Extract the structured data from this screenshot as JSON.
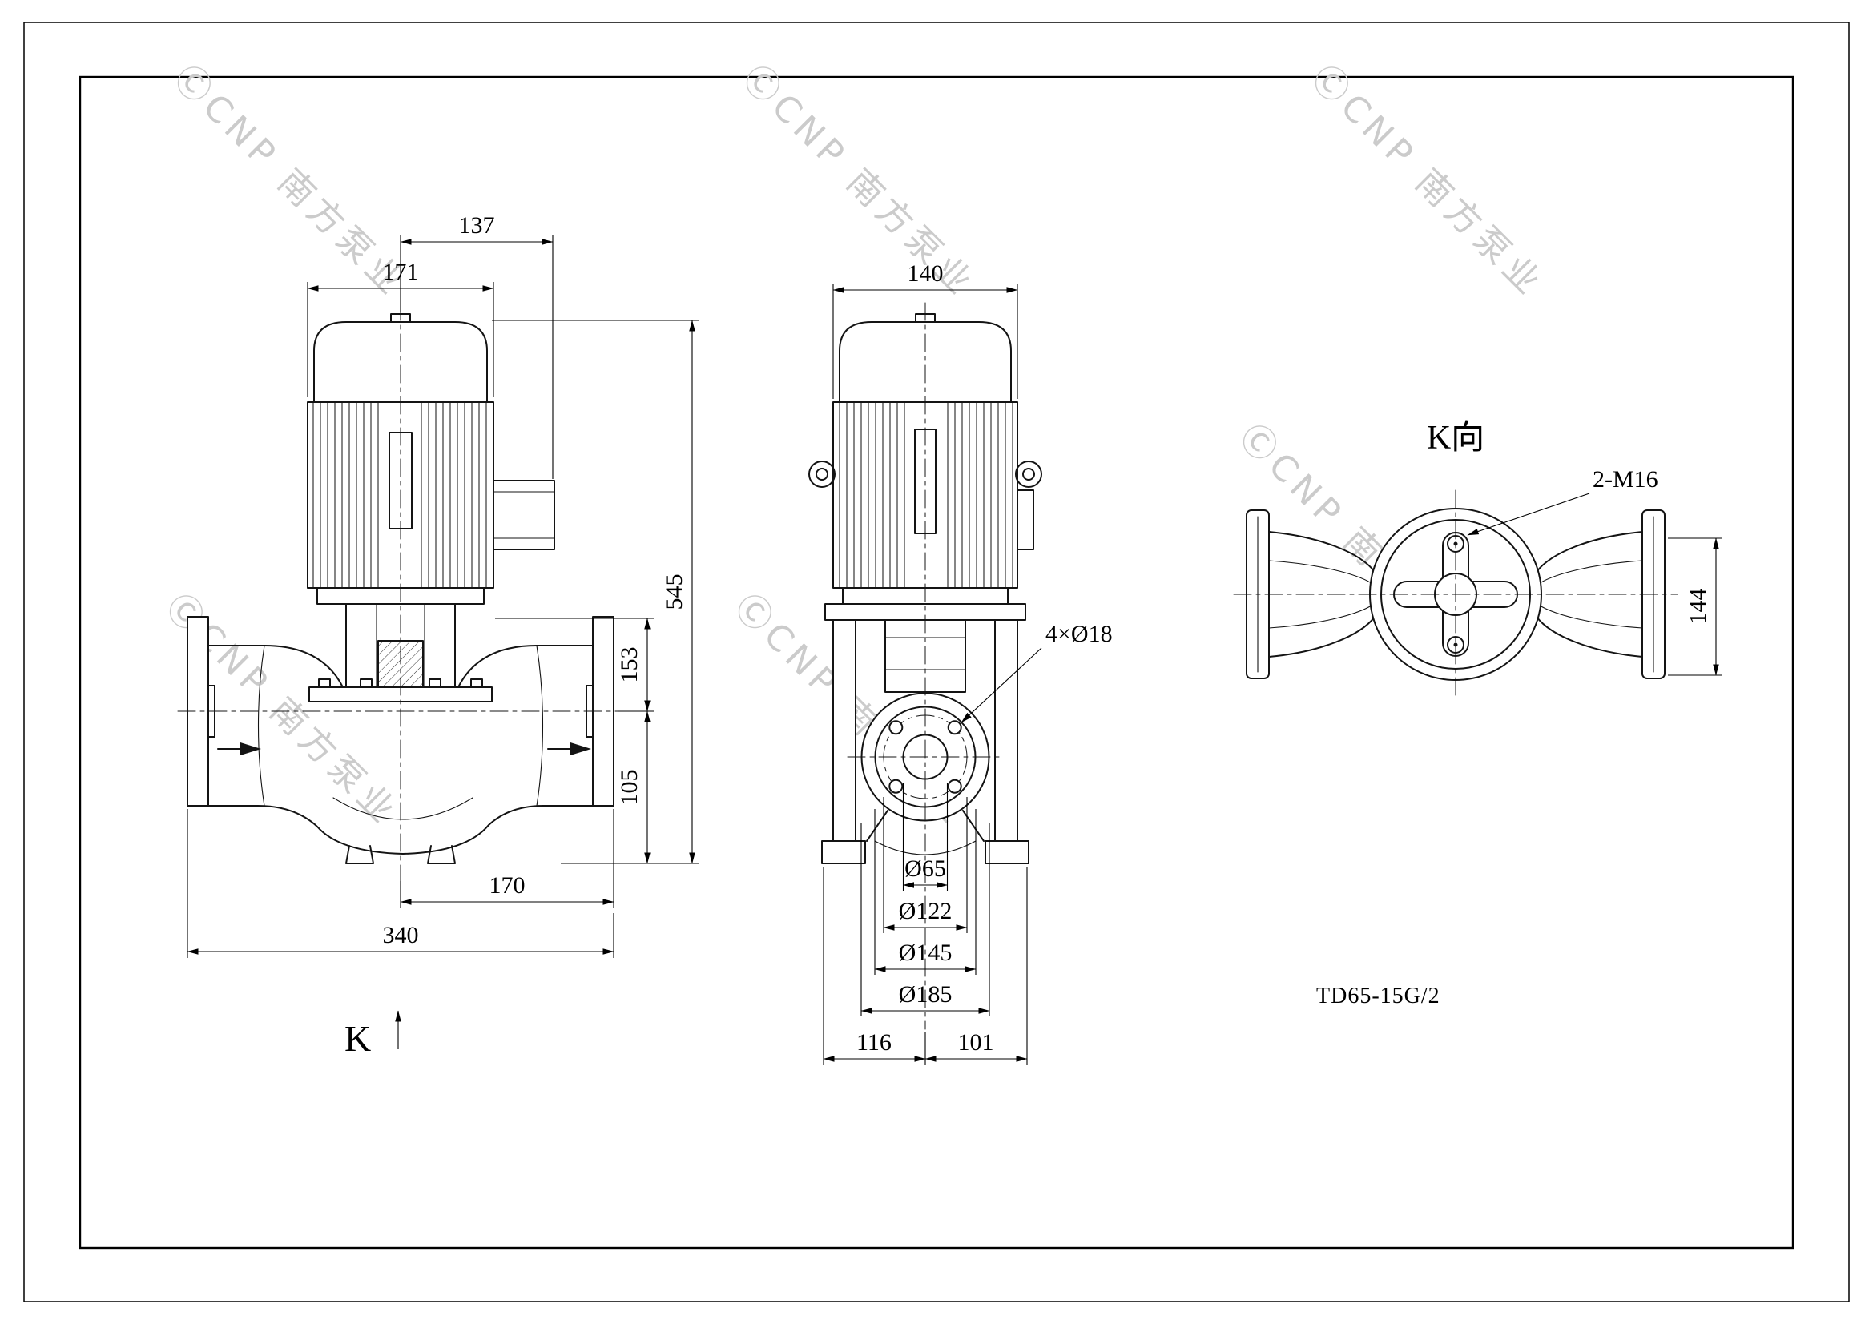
{
  "drawing": {
    "model_label": "TD65-15G/2",
    "k_arrow_label": "K",
    "k_view_label": "K向"
  },
  "watermark": {
    "text": "ⒸCNP 南方泵业",
    "color": "#cbcbcb"
  },
  "dims": {
    "front": {
      "motor_to_box": "137",
      "motor_width": "171",
      "total_height": "545",
      "plate_to_axis": "153",
      "axis_to_base": "105",
      "axis_to_flange": "170",
      "flange_to_flange": "340"
    },
    "side": {
      "motor_depth": "140",
      "bolt_holes": "4×Ø18",
      "bore_dia": "Ø65",
      "bolt_circle_dia": "Ø122",
      "raised_face_dia": "Ø145",
      "flange_dia": "Ø185",
      "foot_left": "116",
      "foot_right": "101"
    },
    "kview": {
      "tapped_holes": "2-M16",
      "flange_width": "144"
    }
  }
}
